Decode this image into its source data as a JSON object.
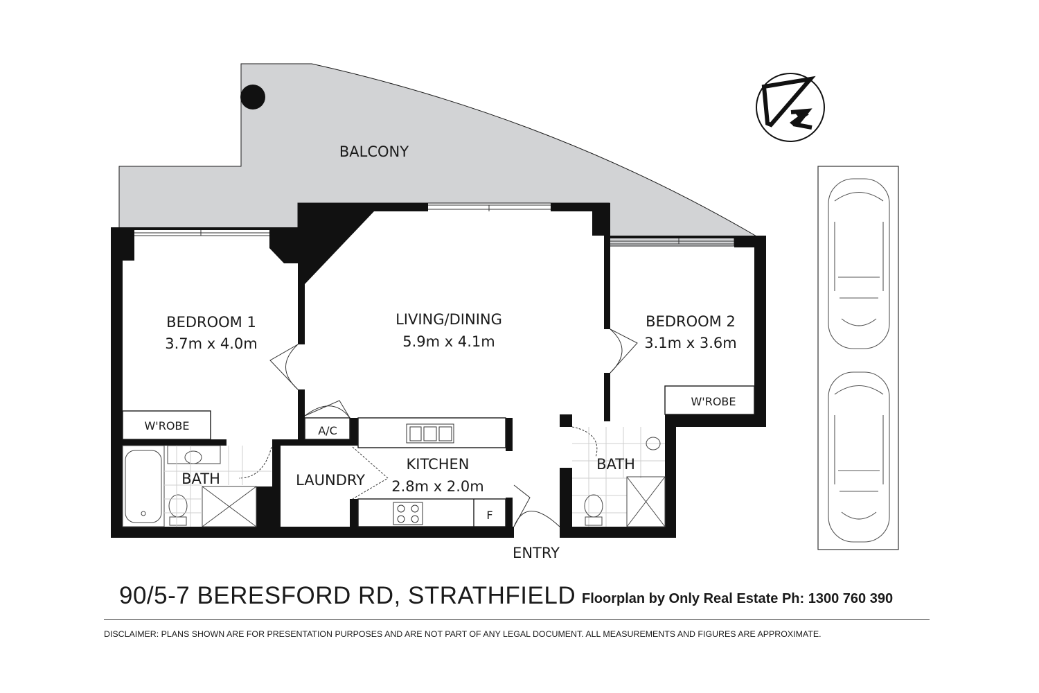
{
  "rooms": {
    "balcony": {
      "name": "BALCONY"
    },
    "bedroom1": {
      "name": "BEDROOM 1",
      "size": "3.7m x 4.0m"
    },
    "living": {
      "name": "LIVING/DINING",
      "size": "5.9m x 4.1m"
    },
    "bedroom2": {
      "name": "BEDROOM 2",
      "size": "3.1m x 3.6m"
    },
    "wrobe1": {
      "name": "W'ROBE"
    },
    "wrobe2": {
      "name": "W'ROBE"
    },
    "ac": {
      "name": "A/C"
    },
    "kitchen": {
      "name": "KITCHEN",
      "size": "2.8m x 2.0m"
    },
    "laundry": {
      "name": "LAUNDRY"
    },
    "bath1": {
      "name": "BATH"
    },
    "bath2": {
      "name": "BATH"
    },
    "fridge": {
      "name": "F"
    },
    "entry": {
      "name": "ENTRY"
    }
  },
  "compass": {
    "icon": "north-arrow-icon"
  },
  "parking": {
    "icon": "car-icon",
    "spaces": 2
  },
  "footer": {
    "address": "90/5-7 BERESFORD RD, STRATHFIELD",
    "credit": "Floorplan by Only Real Estate Ph: 1300 760 390",
    "disclaimer": "DISCLAIMER:  PLANS SHOWN ARE FOR PRESENTATION PURPOSES AND ARE NOT PART OF ANY LEGAL DOCUMENT. ALL MEASUREMENTS AND FIGURES ARE APPROXIMATE."
  }
}
